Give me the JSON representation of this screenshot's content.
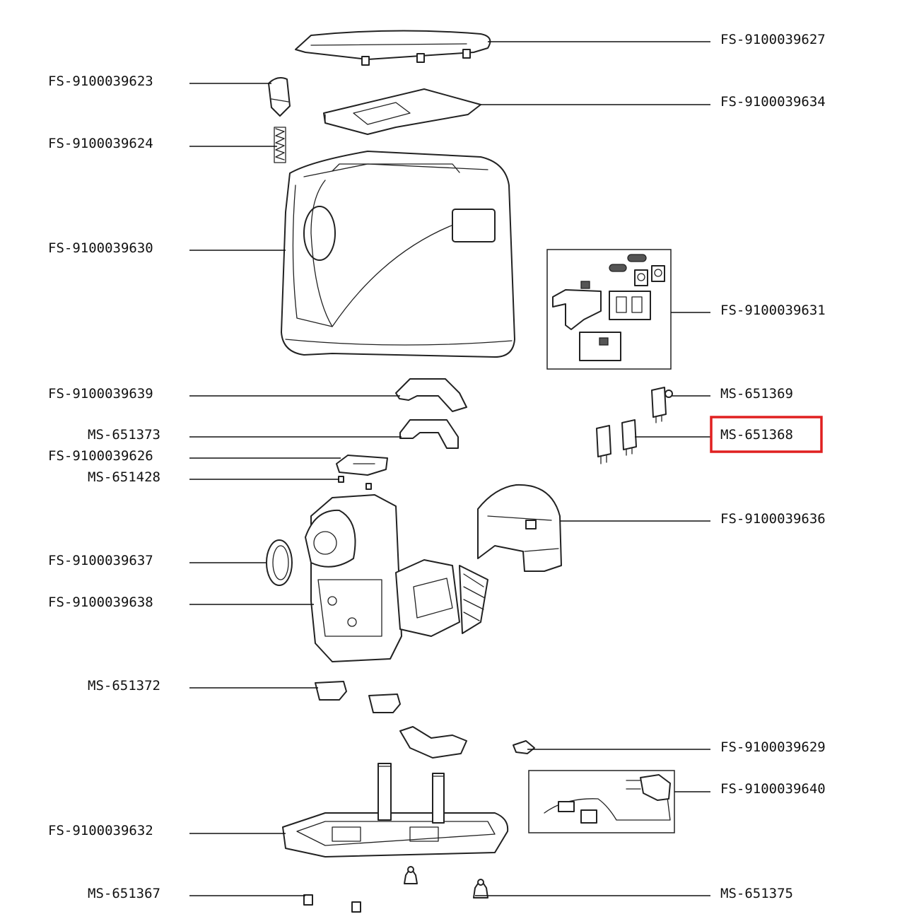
{
  "labels": {
    "fs_9100039627": "FS-9100039627",
    "fs_9100039623": "FS-9100039623",
    "fs_9100039634": "FS-9100039634",
    "fs_9100039624": "FS-9100039624",
    "fs_9100039630": "FS-9100039630",
    "fs_9100039631": "FS-9100039631",
    "fs_9100039639": "FS-9100039639",
    "ms_651369": "MS-651369",
    "ms_651373": "MS-651373",
    "ms_651368": "MS-651368",
    "fs_9100039626": "FS-9100039626",
    "ms_651428": "MS-651428",
    "fs_9100039636": "FS-9100039636",
    "fs_9100039637": "FS-9100039637",
    "fs_9100039638": "FS-9100039638",
    "ms_651372": "MS-651372",
    "fs_9100039629": "FS-9100039629",
    "fs_9100039640": "FS-9100039640",
    "fs_9100039632": "FS-9100039632",
    "ms_651367": "MS-651367",
    "ms_651375": "MS-651375"
  },
  "highlight": {
    "part": "MS-651368",
    "color": "#e02020"
  }
}
